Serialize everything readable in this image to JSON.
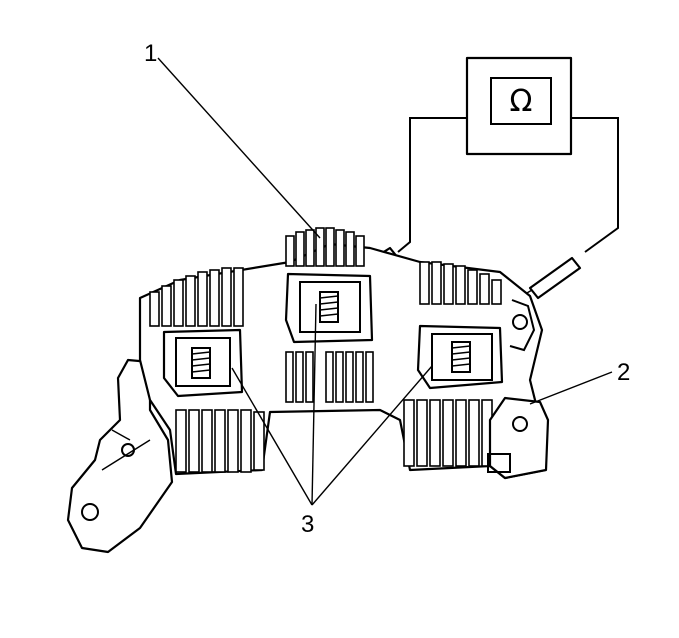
{
  "callouts": {
    "rectifier_bridge": "1",
    "terminal": "2",
    "diode_studs": "3"
  },
  "ohmmeter": {
    "symbol": "Ω",
    "icon": "ohm-symbol"
  },
  "colors": {
    "ink": "#000000",
    "background": "#ffffff"
  }
}
